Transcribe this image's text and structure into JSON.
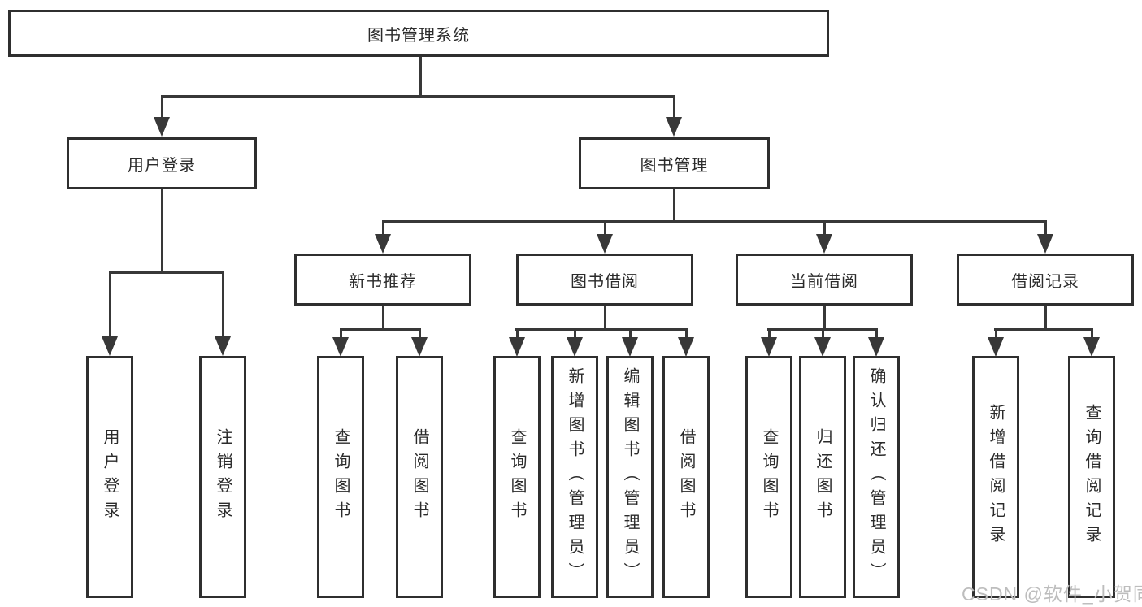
{
  "diagram": {
    "root": {
      "label": "图书管理系统"
    },
    "user_login": {
      "label": "用户登录",
      "children": {
        "login": {
          "label": "用户登录"
        },
        "logout": {
          "label": "注销登录"
        }
      }
    },
    "book_mgmt": {
      "label": "图书管理"
    },
    "new_books": {
      "label": "新书推荐",
      "children": {
        "query": {
          "label": "查询图书"
        },
        "borrow": {
          "label": "借阅图书"
        }
      }
    },
    "borrowing": {
      "label": "图书借阅",
      "children": {
        "query": {
          "label": "查询图书"
        },
        "add": {
          "label": "新增图书（管理员）"
        },
        "edit": {
          "label": "编辑图书（管理员）"
        },
        "borrow": {
          "label": "借阅图书"
        }
      }
    },
    "current": {
      "label": "当前借阅",
      "children": {
        "query": {
          "label": "查询图书"
        },
        "return_book": {
          "label": "归还图书"
        },
        "confirm": {
          "label": "确认归还（管理员）"
        }
      }
    },
    "records": {
      "label": "借阅记录",
      "children": {
        "add": {
          "label": "新增借阅记录"
        },
        "query": {
          "label": "查询借阅记录"
        }
      }
    }
  },
  "colors": {
    "line": "#383838",
    "border": "#2f2f2f",
    "text": "#2b2b2b",
    "watermark": "#bdbdbd"
  },
  "watermark": {
    "text": "CSDN @软件_小贺同学"
  }
}
